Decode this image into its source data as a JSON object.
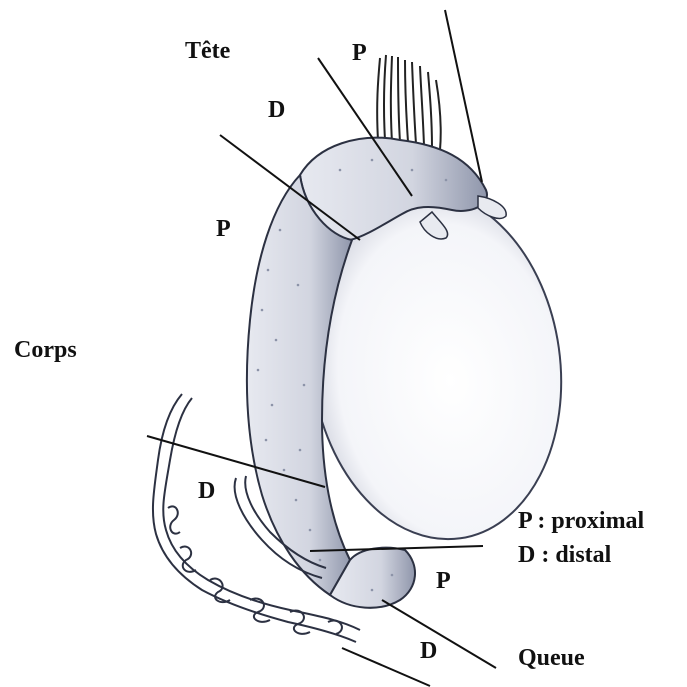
{
  "labels": {
    "tete": "Tête",
    "corps": "Corps",
    "queue": "Queue",
    "p_head": "P",
    "d_head": "D",
    "p_body": "P",
    "d_body": "D",
    "p_tail": "P",
    "d_tail": "D"
  },
  "legend": {
    "proximal": "P : proximal",
    "distal": "D : distal"
  },
  "colors": {
    "ink": "#111111",
    "shading": "#6b7388",
    "stipple": "#9aa1b4",
    "background": "#ffffff"
  }
}
